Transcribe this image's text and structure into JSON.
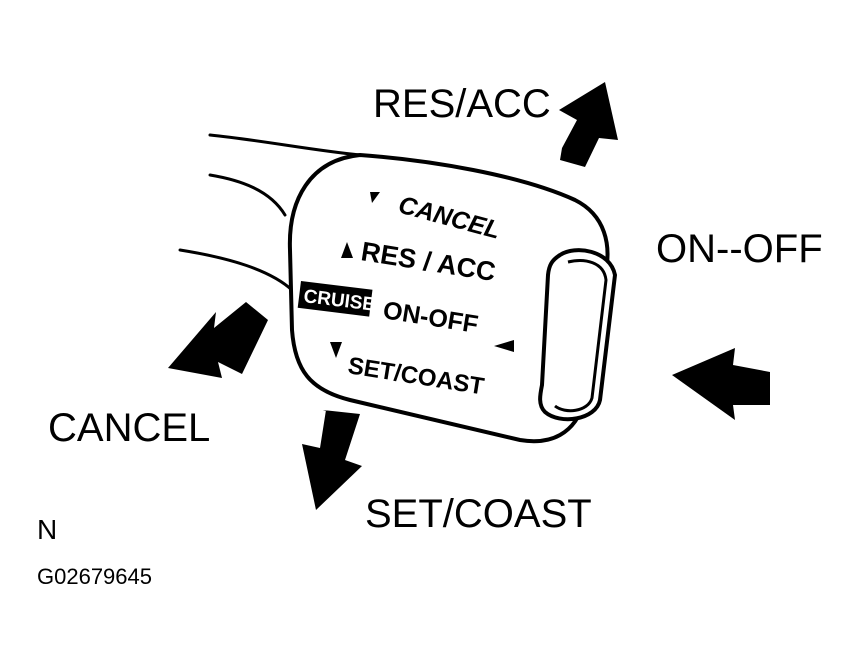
{
  "callouts": {
    "res_acc": "RES/ACC",
    "on_off": "ON--OFF",
    "cancel": "CANCEL",
    "set_coast": "SET/COAST"
  },
  "switch_face": {
    "cancel": "CANCEL",
    "res_acc": "RES / ACC",
    "cruise_badge": "CRUISE",
    "on_off": "ON-OFF",
    "set_coast": "SET/COAST"
  },
  "footer": {
    "orientation_letter": "N",
    "figure_id": "G02679645"
  },
  "colors": {
    "ink": "#000000",
    "paper": "#ffffff"
  }
}
